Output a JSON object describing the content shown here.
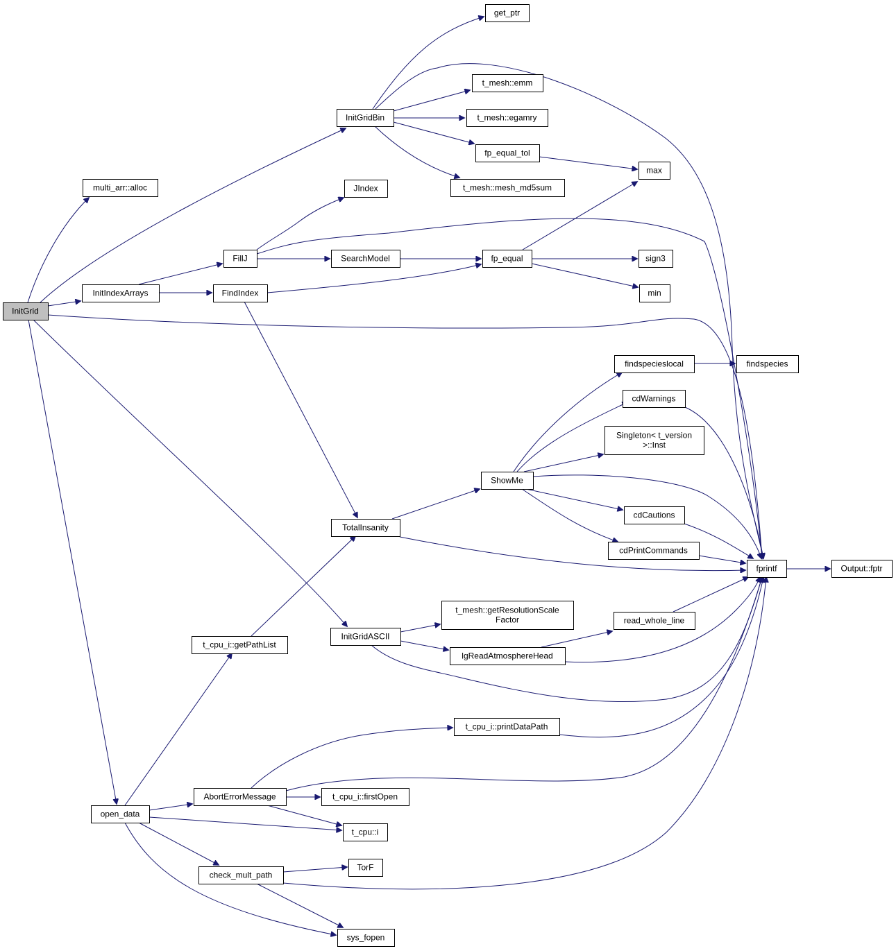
{
  "graph": {
    "edge_color": "#191970",
    "root_fill": "#bfbfbf",
    "node_fill": "#ffffff",
    "nodes": [
      {
        "id": "initgrid",
        "label": [
          "InitGrid"
        ],
        "root": true
      },
      {
        "id": "alloc",
        "label": [
          "multi_arr::alloc"
        ]
      },
      {
        "id": "initgridbin",
        "label": [
          "InitGridBin"
        ]
      },
      {
        "id": "initindexarrays",
        "label": [
          "InitIndexArrays"
        ]
      },
      {
        "id": "initgridascii",
        "label": [
          "InitGridASCII"
        ]
      },
      {
        "id": "open_data",
        "label": [
          "open_data"
        ]
      },
      {
        "id": "get_ptr",
        "label": [
          "get_ptr"
        ]
      },
      {
        "id": "emm",
        "label": [
          "t_mesh::emm"
        ]
      },
      {
        "id": "egamry",
        "label": [
          "t_mesh::egamry"
        ]
      },
      {
        "id": "fp_equal_tol",
        "label": [
          "fp_equal_tol"
        ]
      },
      {
        "id": "md5sum",
        "label": [
          "t_mesh::mesh_md5sum"
        ]
      },
      {
        "id": "jindex",
        "label": [
          "JIndex"
        ]
      },
      {
        "id": "fillj",
        "label": [
          "FillJ"
        ]
      },
      {
        "id": "searchmodel",
        "label": [
          "SearchModel"
        ]
      },
      {
        "id": "fp_equal",
        "label": [
          "fp_equal"
        ]
      },
      {
        "id": "findindex",
        "label": [
          "FindIndex"
        ]
      },
      {
        "id": "max",
        "label": [
          "max"
        ]
      },
      {
        "id": "sign3",
        "label": [
          "sign3"
        ]
      },
      {
        "id": "min",
        "label": [
          "min"
        ]
      },
      {
        "id": "fprintf",
        "label": [
          "fprintf"
        ]
      },
      {
        "id": "fptr",
        "label": [
          "Output::fptr"
        ]
      },
      {
        "id": "findspecieslocal",
        "label": [
          "findspecieslocal"
        ]
      },
      {
        "id": "findspecies",
        "label": [
          "findspecies"
        ]
      },
      {
        "id": "cdwarnings",
        "label": [
          "cdWarnings"
        ]
      },
      {
        "id": "singleton",
        "label": [
          "Singleton< t_version",
          ">::Inst"
        ]
      },
      {
        "id": "showme",
        "label": [
          "ShowMe"
        ]
      },
      {
        "id": "cdcautions",
        "label": [
          "cdCautions"
        ]
      },
      {
        "id": "cdprintcommands",
        "label": [
          "cdPrintCommands"
        ]
      },
      {
        "id": "totalinsanity",
        "label": [
          "TotalInsanity"
        ]
      },
      {
        "id": "getresolution",
        "label": [
          "t_mesh::getResolutionScale",
          "Factor"
        ]
      },
      {
        "id": "read_whole_line",
        "label": [
          "read_whole_line"
        ]
      },
      {
        "id": "lgread",
        "label": [
          "lgReadAtmosphereHead"
        ]
      },
      {
        "id": "getpathlist",
        "label": [
          "t_cpu_i::getPathList"
        ]
      },
      {
        "id": "printdatapath",
        "label": [
          "t_cpu_i::printDataPath"
        ]
      },
      {
        "id": "aborterror",
        "label": [
          "AbortErrorMessage"
        ]
      },
      {
        "id": "firstopen",
        "label": [
          "t_cpu_i::firstOpen"
        ]
      },
      {
        "id": "cpu_i",
        "label": [
          "t_cpu::i"
        ]
      },
      {
        "id": "torf",
        "label": [
          "TorF"
        ]
      },
      {
        "id": "check_mult_path",
        "label": [
          "check_mult_path"
        ]
      },
      {
        "id": "sys_fopen",
        "label": [
          "sys_fopen"
        ]
      }
    ],
    "edges": [
      {
        "from": "initgrid",
        "to": "alloc"
      },
      {
        "from": "initgrid",
        "to": "initgridbin"
      },
      {
        "from": "initgrid",
        "to": "initindexarrays"
      },
      {
        "from": "initgrid",
        "to": "fprintf"
      },
      {
        "from": "initgrid",
        "to": "initgridascii"
      },
      {
        "from": "initgrid",
        "to": "open_data"
      },
      {
        "from": "initgridbin",
        "to": "get_ptr"
      },
      {
        "from": "initgridbin",
        "to": "fprintf"
      },
      {
        "from": "initgridbin",
        "to": "emm"
      },
      {
        "from": "initgridbin",
        "to": "egamry"
      },
      {
        "from": "initgridbin",
        "to": "fp_equal_tol"
      },
      {
        "from": "initgridbin",
        "to": "md5sum"
      },
      {
        "from": "fp_equal_tol",
        "to": "max"
      },
      {
        "from": "initindexarrays",
        "to": "fillj"
      },
      {
        "from": "initindexarrays",
        "to": "findindex"
      },
      {
        "from": "fillj",
        "to": "jindex"
      },
      {
        "from": "fillj",
        "to": "fprintf"
      },
      {
        "from": "fillj",
        "to": "searchmodel"
      },
      {
        "from": "searchmodel",
        "to": "fp_equal"
      },
      {
        "from": "findindex",
        "to": "fp_equal"
      },
      {
        "from": "findindex",
        "to": "totalinsanity"
      },
      {
        "from": "fp_equal",
        "to": "max"
      },
      {
        "from": "fp_equal",
        "to": "sign3"
      },
      {
        "from": "fp_equal",
        "to": "min"
      },
      {
        "from": "fprintf",
        "to": "fptr"
      },
      {
        "from": "findspecieslocal",
        "to": "findspecies"
      },
      {
        "from": "cdwarnings",
        "to": "fprintf"
      },
      {
        "from": "showme",
        "to": "findspecieslocal"
      },
      {
        "from": "showme",
        "to": "cdwarnings"
      },
      {
        "from": "showme",
        "to": "singleton"
      },
      {
        "from": "showme",
        "to": "fprintf"
      },
      {
        "from": "showme",
        "to": "cdcautions"
      },
      {
        "from": "showme",
        "to": "cdprintcommands"
      },
      {
        "from": "cdcautions",
        "to": "fprintf"
      },
      {
        "from": "cdprintcommands",
        "to": "fprintf"
      },
      {
        "from": "totalinsanity",
        "to": "showme"
      },
      {
        "from": "totalinsanity",
        "to": "fprintf"
      },
      {
        "from": "initgridascii",
        "to": "getresolution"
      },
      {
        "from": "initgridascii",
        "to": "lgread"
      },
      {
        "from": "initgridascii",
        "to": "fprintf"
      },
      {
        "from": "lgread",
        "to": "read_whole_line"
      },
      {
        "from": "lgread",
        "to": "fprintf"
      },
      {
        "from": "read_whole_line",
        "to": "fprintf"
      },
      {
        "from": "getpathlist",
        "to": "totalinsanity"
      },
      {
        "from": "open_data",
        "to": "getpathlist"
      },
      {
        "from": "open_data",
        "to": "aborterror"
      },
      {
        "from": "open_data",
        "to": "cpu_i"
      },
      {
        "from": "open_data",
        "to": "check_mult_path"
      },
      {
        "from": "open_data",
        "to": "sys_fopen"
      },
      {
        "from": "aborterror",
        "to": "printdatapath"
      },
      {
        "from": "aborterror",
        "to": "fprintf"
      },
      {
        "from": "aborterror",
        "to": "firstopen"
      },
      {
        "from": "aborterror",
        "to": "cpu_i"
      },
      {
        "from": "printdatapath",
        "to": "fprintf"
      },
      {
        "from": "check_mult_path",
        "to": "torf"
      },
      {
        "from": "check_mult_path",
        "to": "fprintf"
      },
      {
        "from": "check_mult_path",
        "to": "sys_fopen"
      }
    ]
  }
}
